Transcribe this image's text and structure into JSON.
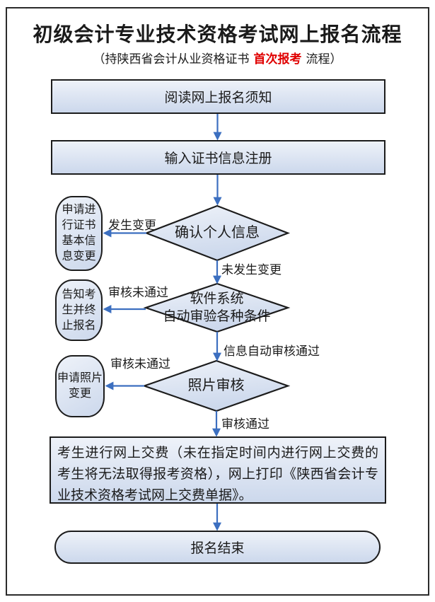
{
  "page": {
    "title": "初级会计专业技术资格考试网上报名流程",
    "subtitle_prefix": "（持陕西省会计从业资格证书",
    "subtitle_highlight": "首次报考",
    "subtitle_suffix": "流程）"
  },
  "nodes": {
    "read_notice": {
      "type": "process",
      "label": "阅读网上报名须知"
    },
    "register_cert": {
      "type": "process",
      "label": "输入证书信息注册"
    },
    "confirm_info": {
      "type": "decision",
      "label": "确认个人信息"
    },
    "auto_verify": {
      "type": "decision",
      "line1": "软件系统",
      "line2": "自动审验各种条件"
    },
    "photo_review": {
      "type": "decision",
      "label": "照片审核"
    },
    "cert_change": {
      "type": "side",
      "label": "申请进行证书基本信息变更"
    },
    "terminate": {
      "type": "side",
      "label": "告知考生并终止报名"
    },
    "photo_change": {
      "type": "side",
      "label": "申请照片变更"
    },
    "pay_online": {
      "type": "process",
      "label": "考生进行网上交费（未在指定时间内进行网上交费的考生将无法取得报考资格），网上打印《陕西省会计专业技术资格考试网上交费单据》。"
    },
    "finish": {
      "type": "terminator",
      "label": "报名结束"
    }
  },
  "edges": {
    "changed": "发生变更",
    "not_changed": "未发生变更",
    "review_failed_1": "审核未通过",
    "auto_pass": "信息自动审核通过",
    "review_failed_2": "审核未通过",
    "review_pass": "审核通过"
  },
  "colors": {
    "arrow": "#3c6fc0",
    "highlight_red": "#e00000",
    "shape_border": "#1c1c1c",
    "shape_fill_light": "#eef2f9",
    "shape_fill_dark": "#ccd8ec"
  }
}
